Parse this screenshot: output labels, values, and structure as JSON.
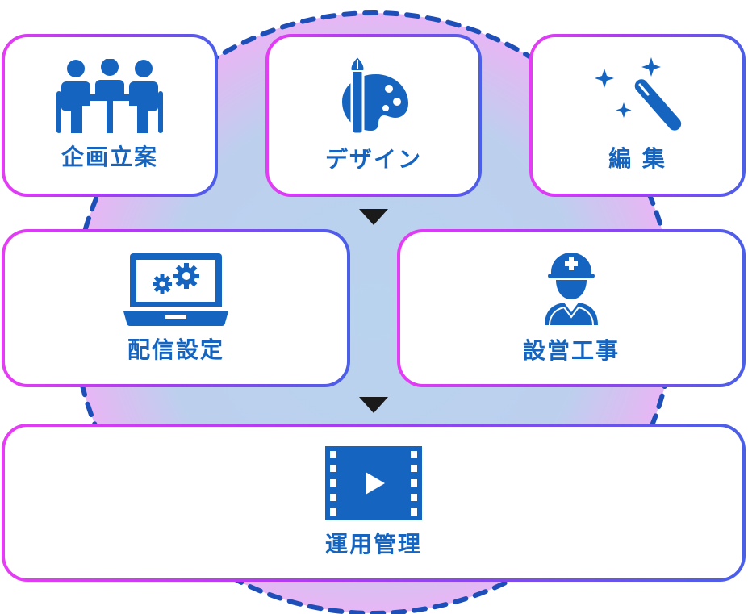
{
  "steps": {
    "planning": {
      "label": "企画立案",
      "icon": "meeting-icon"
    },
    "design": {
      "label": "デザイン",
      "icon": "palette-icon"
    },
    "editing": {
      "label": "編 集",
      "icon": "magic-wand-icon"
    },
    "delivery": {
      "label": "配信設定",
      "icon": "laptop-gears-icon"
    },
    "install": {
      "label": "設営工事",
      "icon": "worker-helmet-icon"
    },
    "operation": {
      "label": "運用管理",
      "icon": "film-play-icon"
    }
  },
  "colors": {
    "accent": "#1565c0",
    "border_start": "#e63cf5",
    "border_end": "#4a5fe8",
    "circle_fill": "#b9d3ee",
    "circle_dash": "#1e4fb8",
    "arrow": "#1a1a1a"
  }
}
